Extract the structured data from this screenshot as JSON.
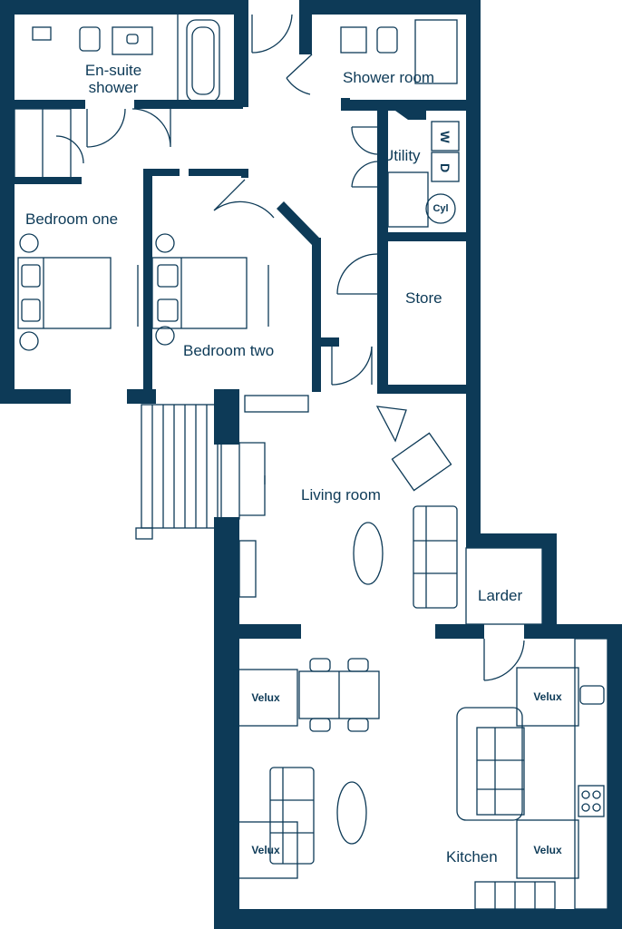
{
  "rooms": {
    "ensuite": "En-suite\nshower",
    "shower_room": "Shower room",
    "utility": "Utility",
    "bedroom_one": "Bedroom one",
    "bedroom_two": "Bedroom two",
    "store": "Store",
    "living_room": "Living room",
    "larder": "Larder",
    "kitchen": "Kitchen"
  },
  "fixtures": {
    "velux": "Velux",
    "washer": "W",
    "dryer": "D",
    "cylinder": "Cyl"
  },
  "colors": {
    "wall": "#0d3a57",
    "line": "#0d3a57",
    "background": "#ffffff"
  }
}
